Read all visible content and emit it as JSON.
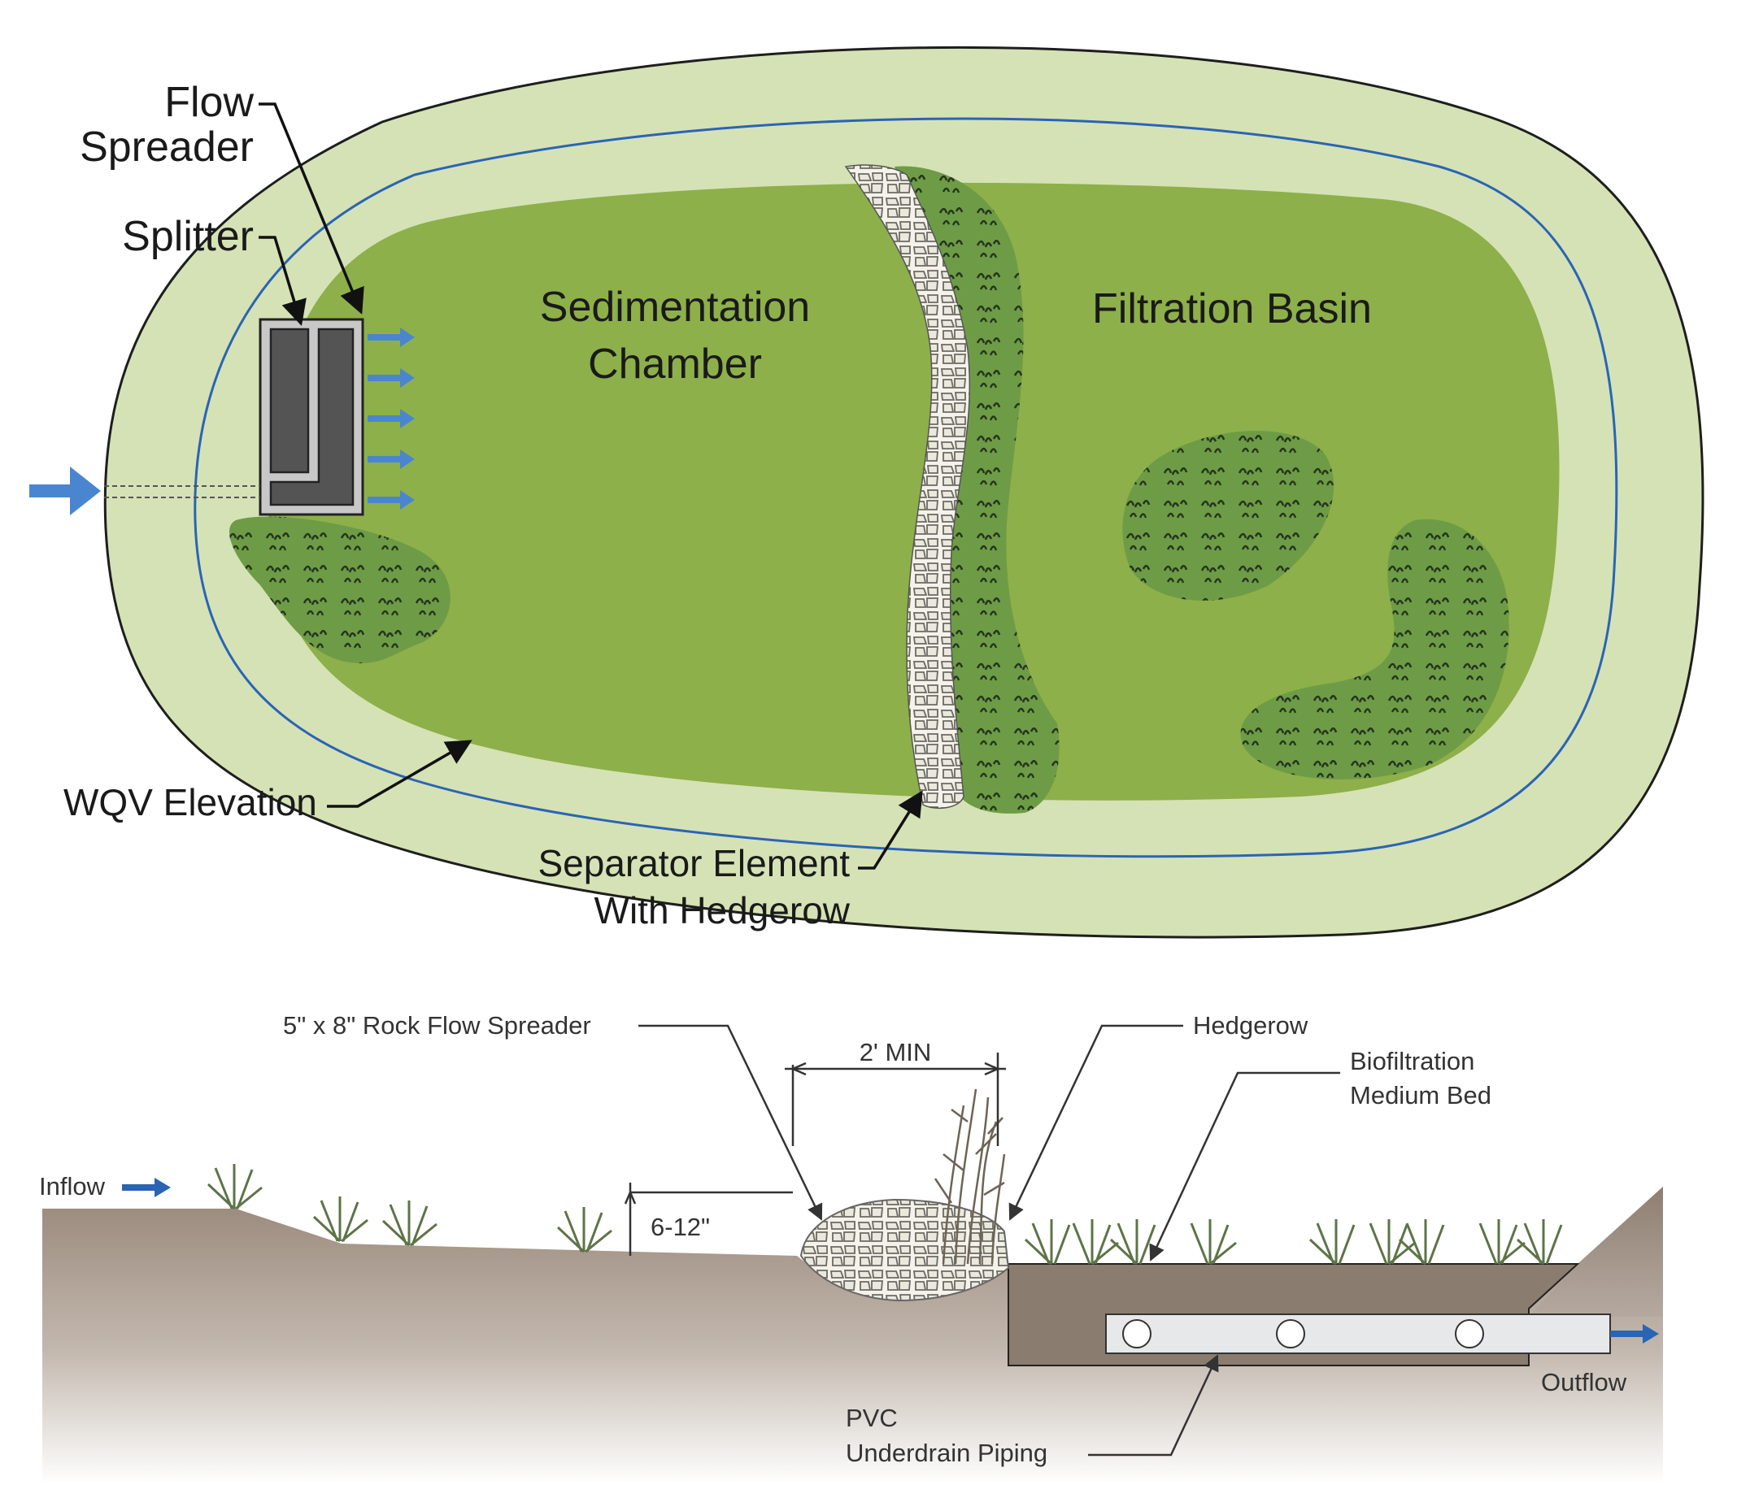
{
  "plan_view": {
    "labels": {
      "flow_spreader_line1": "Flow",
      "flow_spreader_line2": "Spreader",
      "splitter": "Splitter",
      "sedimentation_line1": "Sedimentation",
      "sedimentation_line2": "Chamber",
      "filtration_basin": "Filtration Basin",
      "wqv_elevation": "WQV Elevation",
      "separator_line1": "Separator Element",
      "separator_line2": "With Hedgerow"
    }
  },
  "section_view": {
    "labels": {
      "rock_flow_spreader": "5\" x 8\" Rock Flow Spreader",
      "hedgerow": "Hedgerow",
      "biofiltration_line1": "Biofiltration",
      "biofiltration_line2": "Medium Bed",
      "min_width": "2'  MIN",
      "depth": "6-12\"",
      "inflow": "Inflow",
      "outflow": "Outflow",
      "pvc_line1": "PVC",
      "pvc_line2": "Underdrain Piping"
    }
  },
  "colors": {
    "outer_berm": "#d5e2b5",
    "basin_green": "#8db04a",
    "plant_patch": "#6e9c46",
    "wqv_line": "#2a64b4",
    "arrow_blue": "#4a86d0",
    "soil": "#9c8c7e",
    "medium_bed": "#8a7c6e",
    "pipe": "#e6e8ea",
    "rock": "#ecebe6"
  }
}
